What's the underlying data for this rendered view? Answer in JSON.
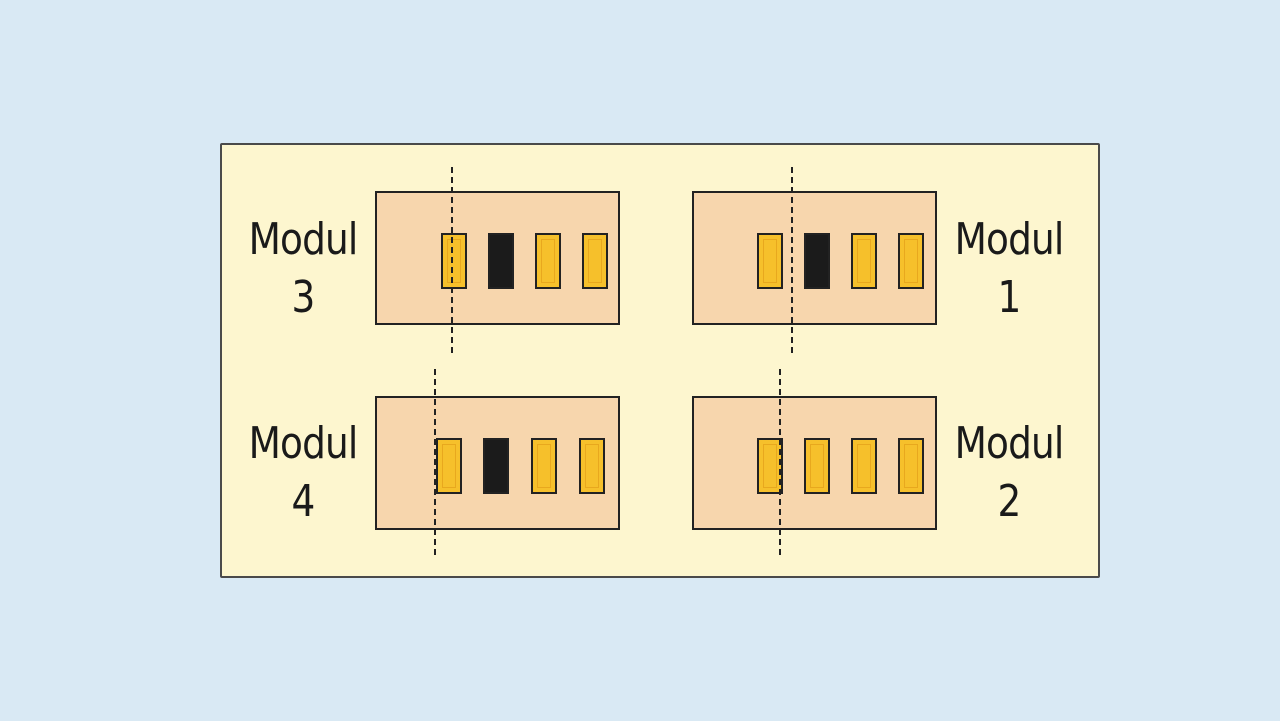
{
  "modules": [
    {
      "id": "modul-3",
      "label_line1": "Modul",
      "label_line2": "3",
      "switches": [
        "off",
        "on",
        "off",
        "off"
      ]
    },
    {
      "id": "modul-1",
      "label_line1": "Modul",
      "label_line2": "1",
      "switches": [
        "off",
        "on",
        "off",
        "off"
      ]
    },
    {
      "id": "modul-4",
      "label_line1": "Modul",
      "label_line2": "4",
      "switches": [
        "off",
        "on",
        "off",
        "off"
      ]
    },
    {
      "id": "modul-2",
      "label_line1": "Modul",
      "label_line2": "2",
      "switches": [
        "off",
        "off",
        "off",
        "off"
      ]
    }
  ],
  "colors": {
    "background": "#d9e9f4",
    "panel": "#fdf6cf",
    "module_body": "#f7d6ad",
    "switch_off": "#f6c02b",
    "switch_on": "#1b1b1b"
  }
}
